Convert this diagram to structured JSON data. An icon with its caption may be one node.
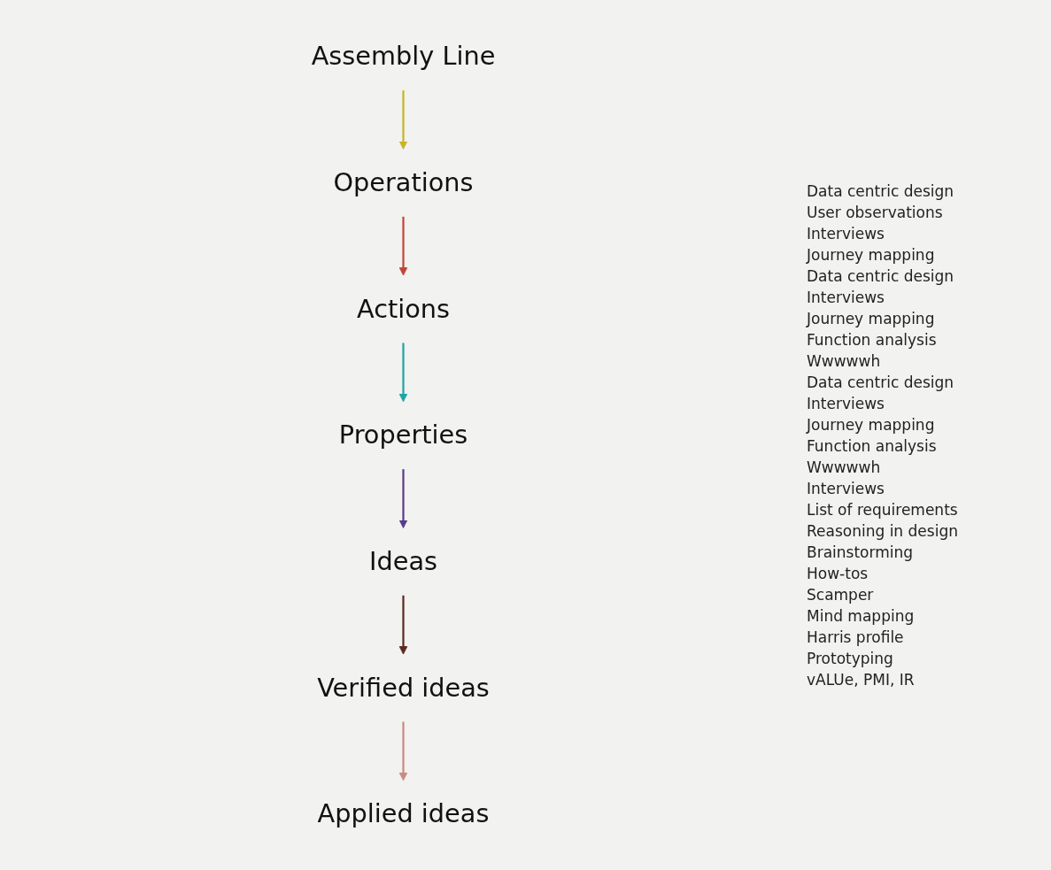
{
  "diagram": {
    "nodes": [
      {
        "text": [
          "Assembly Line"
        ]
      },
      {
        "text": [
          "Operations"
        ]
      },
      {
        "text": [
          "Actions"
        ]
      },
      {
        "text": [
          "Properties"
        ]
      },
      {
        "text": [
          "Ideas"
        ]
      },
      {
        "text": [
          "Verified ideas"
        ]
      },
      {
        "text": [
          "Applied ideas"
        ]
      }
    ],
    "edges": [
      {
        "from": 0,
        "to": 1,
        "arrow": "to",
        "color": "#c9b32a"
      },
      {
        "from": 1,
        "to": 2,
        "arrow": "to",
        "color": "#c0453a"
      },
      {
        "from": 2,
        "to": 3,
        "arrow": "to",
        "color": "#1fa3a3"
      },
      {
        "from": 3,
        "to": 4,
        "arrow": "to",
        "color": "#5b3a8c"
      },
      {
        "from": 4,
        "to": 5,
        "arrow": "to",
        "color": "#5a2a20"
      },
      {
        "from": 5,
        "to": 6,
        "arrow": "to",
        "color": "#c98a80"
      }
    ],
    "labels": [
      "Data centric design",
      "User observations",
      "Interviews",
      "Journey mapping",
      "Data centric design",
      "Interviews",
      "Journey mapping",
      "Function analysis",
      "Wwwwwh",
      "Data centric design",
      "Interviews",
      "Journey mapping",
      "Function analysis",
      "Wwwwwh",
      "Interviews",
      "List of requirements",
      "Reasoning in design",
      "Brainstorming",
      "How-tos",
      "Scamper",
      "Mind mapping",
      "Harris profile",
      "Prototyping",
      "vALUe, PMI, IR"
    ]
  }
}
